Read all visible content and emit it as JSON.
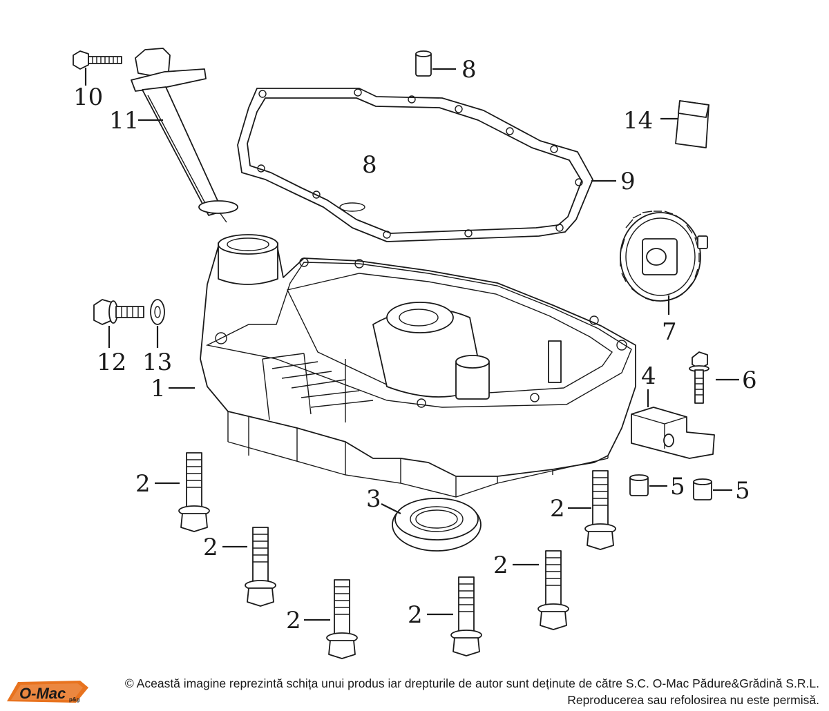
{
  "diagram": {
    "callouts": [
      "1",
      "2",
      "3",
      "4",
      "5",
      "6",
      "7",
      "8",
      "9",
      "10",
      "11",
      "12",
      "13",
      "14"
    ]
  },
  "footer": {
    "logo_text": "O-Mac",
    "logo_sub": "p&g",
    "copyright_line1": "© Această imagine reprezintă schița unui produs iar drepturile de autor sunt deținute de către S.C. O-Mac Pădure&Grădină S.R.L.",
    "copyright_line2": "Reproducerea sau refolosirea nu este permisă."
  },
  "colors": {
    "ink": "#1a1a1a",
    "brand_orange": "#e8731f"
  }
}
